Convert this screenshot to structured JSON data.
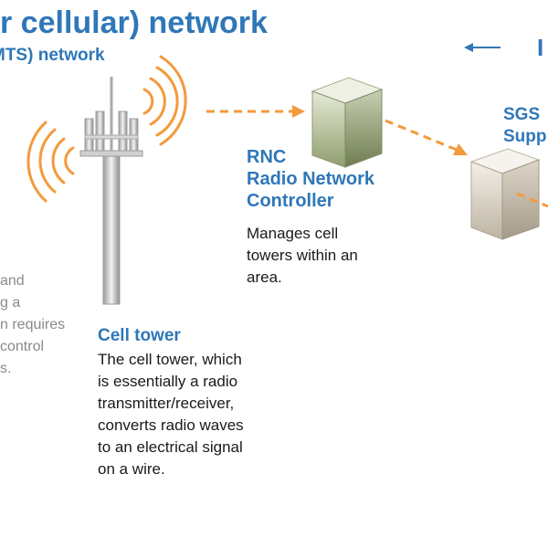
{
  "header": {
    "title": "r cellular) network",
    "subtitle": "MTS) network",
    "arrow_label": "I"
  },
  "left_partial": {
    "lines": [
      "and",
      "g a",
      "n requires",
      "control",
      "s."
    ]
  },
  "cell_tower": {
    "label": "Cell tower",
    "description": [
      "The cell tower, which",
      "is essentially a radio",
      "transmitter/receiver,",
      "converts radio waves",
      "to an electrical signal",
      "on a wire."
    ]
  },
  "rnc": {
    "label_lines": [
      "RNC",
      "Radio Network",
      "Controller"
    ],
    "description": [
      "Manages cell",
      "towers within an",
      "area."
    ]
  },
  "sgsn": {
    "label_lines": [
      "SGS",
      "Supp"
    ]
  },
  "colors": {
    "accent_blue": "#2f77b8",
    "arrow_orange": "#f39a3c",
    "server_green": "#b9c7a0",
    "server_beige": "#d9d3c7"
  },
  "icons": [
    "cell-tower-icon",
    "radio-wave-icon",
    "rnc-server-icon",
    "sgsn-server-icon",
    "arrow-left-icon"
  ]
}
